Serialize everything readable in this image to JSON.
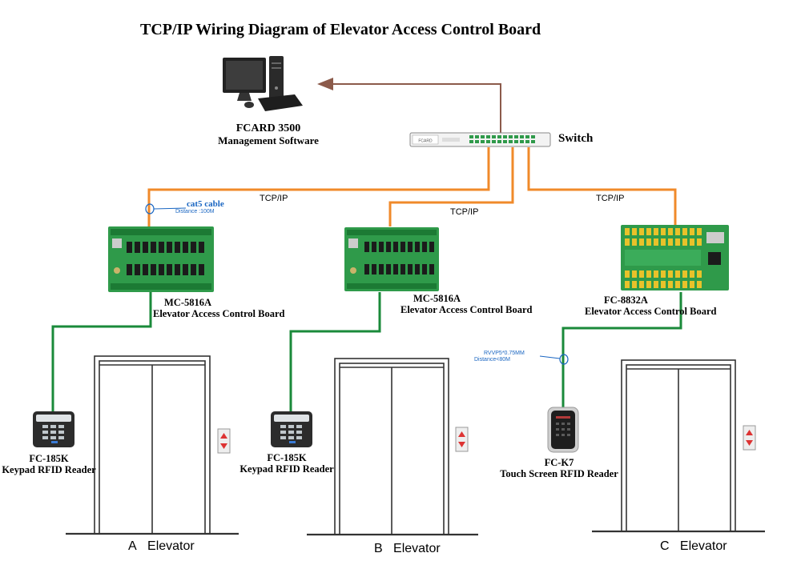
{
  "title": "TCP/IP Wiring Diagram of Elevator Access Control Board",
  "software": {
    "name": "FCARD 3500",
    "desc": "Management Software"
  },
  "switch_label": "Switch",
  "switch_faceplate": "FCARD",
  "links": {
    "left": "TCP/IP",
    "middle": "TCP/IP",
    "right": "TCP/IP"
  },
  "cable": {
    "name": "cat5 cable",
    "distance": "Distance :100M"
  },
  "wire": {
    "name": "RVVP5*0.75MM",
    "distance": "Distance<80M"
  },
  "boards": [
    {
      "model": "MC-5816A",
      "desc": "Elevator Access Control Board"
    },
    {
      "model": "MC-5816A",
      "desc": "Elevator Access Control Board"
    },
    {
      "model": "FC-8832A",
      "desc": "Elevator Access Control Board"
    }
  ],
  "readers": [
    {
      "model": "FC-185K",
      "desc": "Keypad RFID Reader"
    },
    {
      "model": "FC-185K",
      "desc": "Keypad RFID Reader"
    },
    {
      "model": "FC-K7",
      "desc": "Touch Screen RFID Reader"
    }
  ],
  "elevators": [
    {
      "letter": "A",
      "label": "Elevator"
    },
    {
      "letter": "B",
      "label": "Elevator"
    },
    {
      "letter": "C",
      "label": "Elevator"
    }
  ],
  "colors": {
    "ethernet": "#f08a2a",
    "rs485": "#1a8a3a",
    "uplink": "#8b5a4a",
    "board_green": "#2f9a4a",
    "terminal": "#e8c22a"
  }
}
